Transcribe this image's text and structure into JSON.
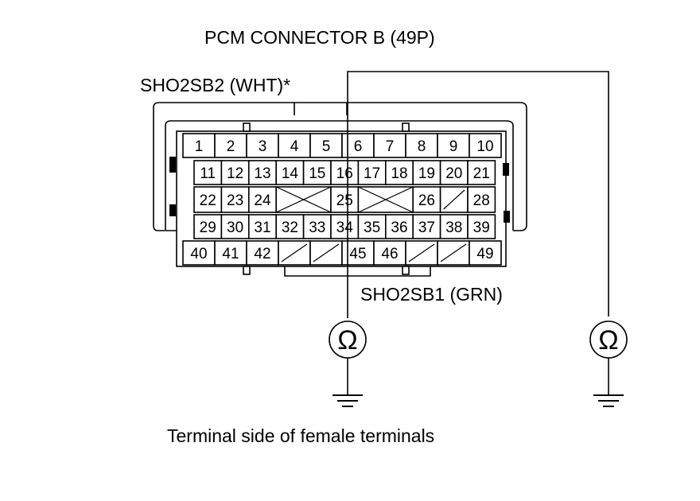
{
  "title": "PCM CONNECTOR B (49P)",
  "probe_wht_label": "SHO2SB2 (WHT)*",
  "probe_grn_label": "SHO2SB1 (GRN)",
  "footer": "Terminal side of female terminals",
  "meter_symbol": "Ω",
  "connector": {
    "row1": [
      "1",
      "2",
      "3",
      "4",
      "5",
      "6",
      "7",
      "8",
      "9",
      "10"
    ],
    "row2": [
      "11",
      "12",
      "13",
      "14",
      "15",
      "16",
      "17",
      "18",
      "19",
      "20",
      "21"
    ],
    "row3": [
      "22",
      "23",
      "24",
      "",
      "25",
      "",
      "26",
      "",
      "28"
    ],
    "row4": [
      "29",
      "30",
      "31",
      "32",
      "33",
      "34",
      "35",
      "36",
      "37",
      "38",
      "39"
    ],
    "row5": [
      "40",
      "41",
      "42",
      "",
      "",
      "45",
      "46",
      "",
      "",
      "49"
    ]
  }
}
